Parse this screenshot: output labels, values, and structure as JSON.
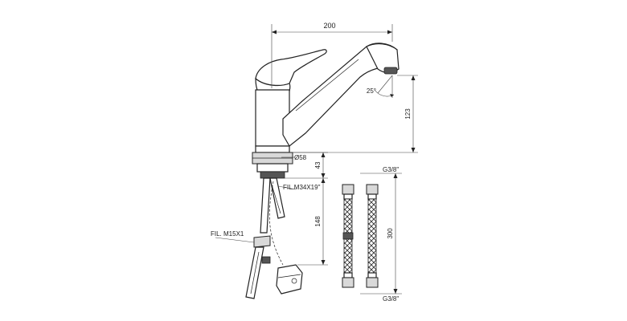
{
  "dimensions": {
    "width_overall": "200",
    "spout_height": "123",
    "spray_angle": "25°",
    "base_diameter": "Ø58",
    "base_height": "43",
    "shank_length": "148",
    "hose_length": "300"
  },
  "threads": {
    "mount_thread": "FIL.M34X19\"",
    "supply_thread": "FIL. M15X1",
    "hose_top": "G3/8\"",
    "hose_bottom": "G3/8\""
  }
}
